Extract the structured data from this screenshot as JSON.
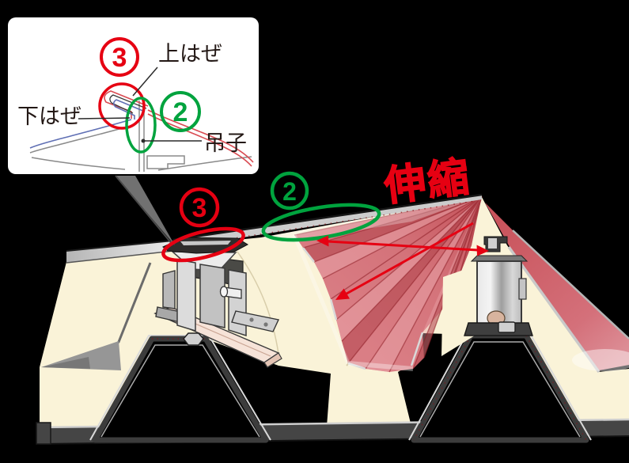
{
  "inset": {
    "callout_top_number": "3",
    "callout_side_number": "2",
    "label_upper_seam": "上はぜ",
    "label_lower_seam": "下はぜ",
    "label_clip": "吊子"
  },
  "main": {
    "callout_seam_number": "3",
    "callout_ridge_number": "2",
    "expansion_label": "伸縮"
  },
  "colors": {
    "background": "#000000",
    "red_accent": "#e60012",
    "green_accent": "#00a33e",
    "insulation_cream": "#faf3d8",
    "rail_pink": "#eed6c9",
    "panel_red": "#d4737a",
    "metal_silver": "#c9c9c9",
    "dark_metal": "#3a3a3a",
    "inset_line_red": "#d94b52",
    "inset_line_blue": "#5f6fb4"
  }
}
